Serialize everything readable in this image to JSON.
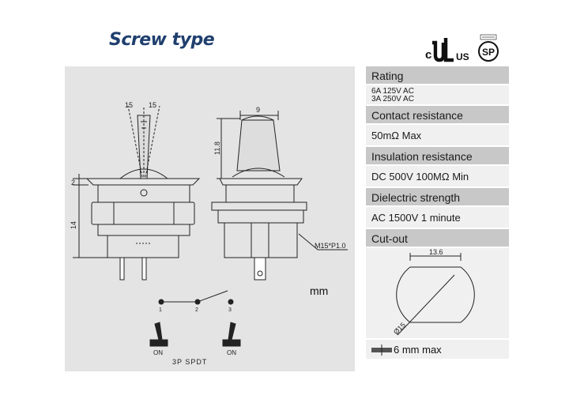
{
  "title": "Screw type",
  "unit": "mm",
  "dimensions": {
    "angle_left": "15",
    "angle_right": "15",
    "dim_2": "2",
    "dim_14": "14",
    "dim_9": "9",
    "dim_11_8": "11.8",
    "thread": "M15*P1.0"
  },
  "circuit": {
    "pin1": "1",
    "pin2": "2",
    "pin3": "3",
    "on_left": "ON",
    "on_right": "ON",
    "label": "3P SPDT"
  },
  "specs": {
    "rating_header": "Rating",
    "rating_line1": "6A 125V AC",
    "rating_line2": "3A 250V AC",
    "contact_header": "Contact resistance",
    "contact_value": "50mΩ Max",
    "insulation_header": "Insulation resistance",
    "insulation_value": "DC 500V 100MΩ Min",
    "dielectric_header": "Dielectric strength",
    "dielectric_value": "AC 1500V 1 minute",
    "cutout_header": "Cut-out",
    "cutout_width": "13.6",
    "cutout_diameter": "Ø15",
    "panel_note": "6 mm max"
  },
  "logos": {
    "c_ul_us": "c",
    "us": "US",
    "csa": "SP"
  }
}
